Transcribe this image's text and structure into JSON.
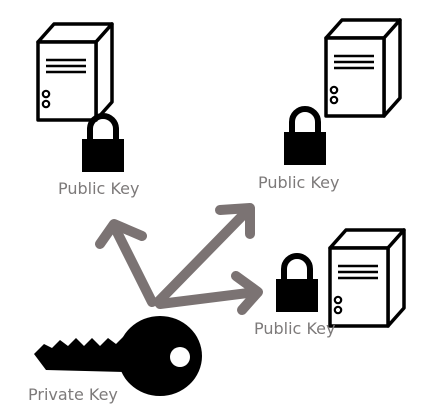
{
  "labels": {
    "public_key_left": "Public Key",
    "public_key_top_right": "Public Key",
    "public_key_bottom_right": "Public Key",
    "private_key": "Private Key"
  },
  "colors": {
    "arrow": "#7b7373",
    "label": "#7d7a7a",
    "ink": "#000000",
    "server_fill": "#ffffff"
  },
  "icons": [
    "server-icon",
    "padlock-icon",
    "key-icon",
    "arrow"
  ]
}
